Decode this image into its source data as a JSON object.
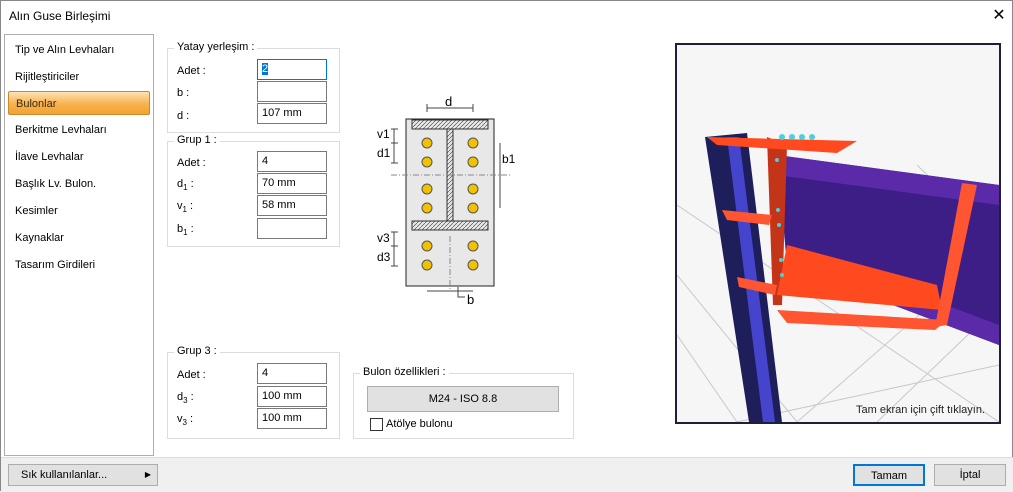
{
  "window": {
    "title": "Alın Guse Birleşimi",
    "close_icon": "close-icon"
  },
  "sidebar": {
    "items": [
      {
        "label": "Tip ve Alın Levhaları"
      },
      {
        "label": "Rijitleştiriciler"
      },
      {
        "label": "Bulonlar",
        "active": true
      },
      {
        "label": "Berkitme Levhaları"
      },
      {
        "label": "İlave Levhalar"
      },
      {
        "label": "Başlık Lv. Bulon."
      },
      {
        "label": "Kesimler"
      },
      {
        "label": "Kaynaklar"
      },
      {
        "label": "Tasarım Girdileri"
      }
    ]
  },
  "yatay": {
    "title": "Yatay yerleşim :",
    "adet_label": "Adet :",
    "adet": "2",
    "b_label": "b :",
    "b": "",
    "d_label": "d :",
    "d": "107 mm"
  },
  "grup1": {
    "title": "Grup 1 :",
    "adet_label": "Adet :",
    "adet": "4",
    "d1_label": "d",
    "d1": "70 mm",
    "v1_label": "v",
    "v1": "58 mm",
    "b1_label": "b",
    "b1": "",
    "sub": "1"
  },
  "grup3": {
    "title": "Grup 3 :",
    "adet_label": "Adet :",
    "adet": "4",
    "d3_label": "d",
    "d3": "100 mm",
    "v3_label": "v",
    "v3": "100 mm",
    "sub": "3"
  },
  "diagram": {
    "d": "d",
    "v1": "v1",
    "d1": "d1",
    "b1": "b1",
    "v3": "v3",
    "d3": "d3",
    "b": "b"
  },
  "bolt": {
    "title": "Bulon özellikleri :",
    "button": "M24 - ISO 8.8",
    "shop_bolt_label": "Atölye bulonu",
    "shop_bolt_checked": false
  },
  "viewer": {
    "hint": "Tam ekran için çift tıklayın."
  },
  "footer": {
    "favorites": "Sık kullanılanlar...",
    "ok": "Tamam",
    "cancel": "İptal"
  }
}
